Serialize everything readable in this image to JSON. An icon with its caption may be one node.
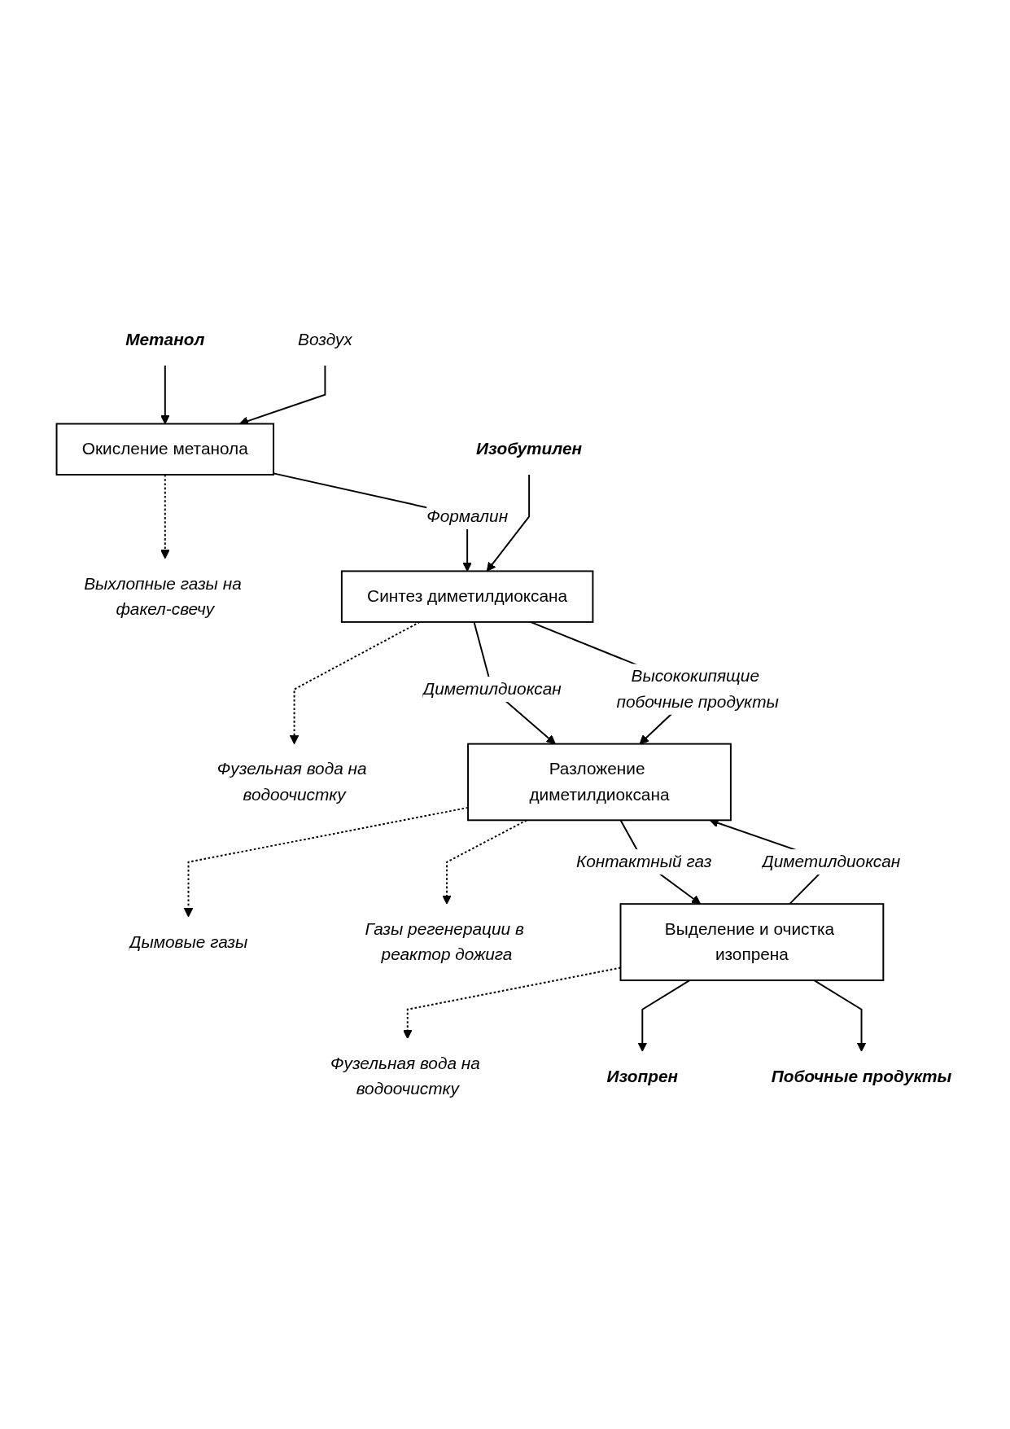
{
  "diagram": {
    "nodes": [
      {
        "text": [
          "Метанол"
        ]
      },
      {
        "text": [
          "Воздух"
        ]
      },
      {
        "text": [
          "Окисление метанола"
        ]
      },
      {
        "text": [
          "Выхлопные газы на факел-свечу"
        ]
      },
      {
        "text": [
          "Синтез диметилдиоксана"
        ]
      },
      {
        "text": [
          "Изобутилен"
        ]
      },
      {
        "text": [
          "Фузельная вода на водоочистку"
        ]
      },
      {
        "text": [
          "Разложение диметилдиоксана"
        ]
      },
      {
        "text": [
          "Дымовые газы"
        ]
      },
      {
        "text": [
          "Газы регенерации в реактор дожига"
        ]
      },
      {
        "text": [
          "Выделение и очистка изопрена"
        ]
      },
      {
        "text": [
          "Фузельная вода на водоочистку"
        ]
      },
      {
        "text": [
          "Изопрен"
        ]
      },
      {
        "text": [
          "Побочные продукты"
        ]
      }
    ],
    "edges": [
      {
        "from": 0,
        "to": 2,
        "arrow": "to"
      },
      {
        "from": 1,
        "to": 2,
        "arrow": "to"
      },
      {
        "from": 2,
        "to": 3,
        "arrow": "to",
        "style": "dashed"
      },
      {
        "from": 2,
        "to": 4,
        "arrow": "to",
        "label": "Формалин"
      },
      {
        "from": 5,
        "to": 4,
        "arrow": "to"
      },
      {
        "from": 4,
        "to": 6,
        "arrow": "to",
        "style": "dashed"
      },
      {
        "from": 4,
        "to": 7,
        "arrow": "to",
        "label": "Диметилдиоксан"
      },
      {
        "from": 4,
        "to": 7,
        "arrow": "to",
        "label": "Высококипящие побочные продукты"
      },
      {
        "from": 7,
        "to": 8,
        "arrow": "to",
        "style": "dashed"
      },
      {
        "from": 7,
        "to": 9,
        "arrow": "to",
        "style": "dashed"
      },
      {
        "from": 7,
        "to": 10,
        "arrow": "to",
        "label": "Контактный газ"
      },
      {
        "from": 10,
        "to": 7,
        "arrow": "to",
        "label": "Диметилдиоксан"
      },
      {
        "from": 10,
        "to": 11,
        "arrow": "to",
        "style": "dashed"
      },
      {
        "from": 10,
        "to": 12,
        "arrow": "to"
      },
      {
        "from": 10,
        "to": 13,
        "arrow": "to"
      }
    ]
  }
}
